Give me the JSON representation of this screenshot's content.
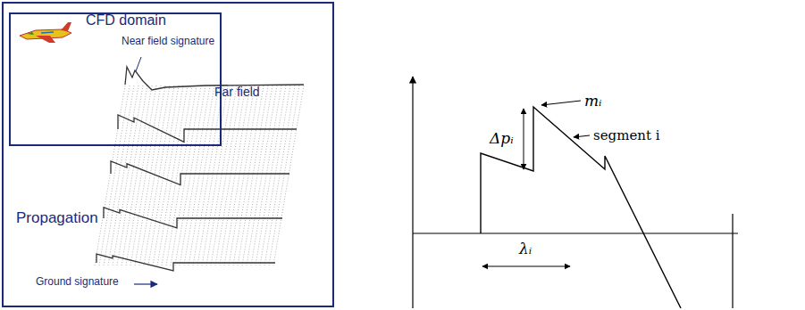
{
  "diagram": {
    "nodes": [
      {
        "text": [
          "Far field",
          "Propagation",
          "Ground signature"
        ]
      },
      {
        "text": [
          "CFD domain",
          "Near field signature"
        ],
        "in": 0
      }
    ],
    "labels": [
      "Δpᵢ",
      "mᵢ",
      "segment i",
      "λᵢ"
    ]
  }
}
